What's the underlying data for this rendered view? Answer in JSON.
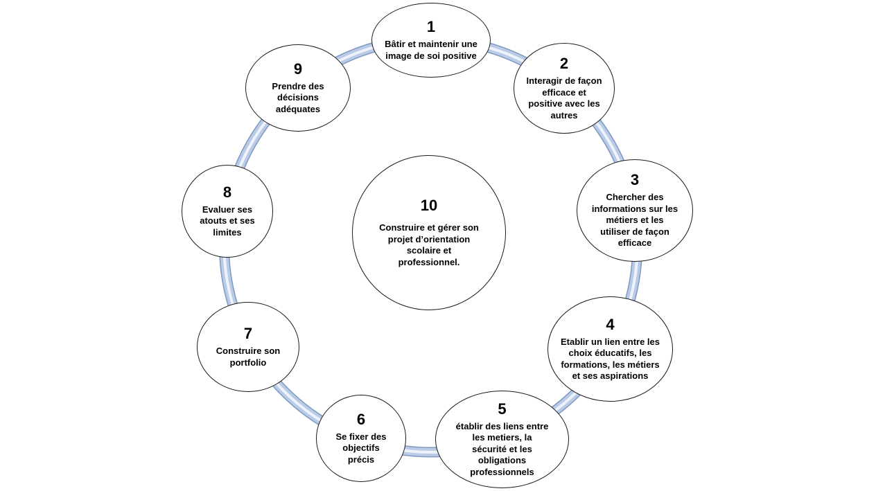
{
  "diagram": {
    "ring_color": "#b9cbe6",
    "ring_highlight": "#eef3fb",
    "ring_edge": "#7f98bf",
    "nodes": [
      {
        "id": "1",
        "number": "1",
        "label": "Bâtir et maintenir une image de soi positive"
      },
      {
        "id": "2",
        "number": "2",
        "label": "Interagir de façon efficace et positive avec les autres"
      },
      {
        "id": "3",
        "number": "3",
        "label": "Chercher des informations sur les métiers et les utiliser de façon efficace"
      },
      {
        "id": "4",
        "number": "4",
        "label": "Etablir un lien entre les choix éducatifs, les formations, les métiers et ses aspirations"
      },
      {
        "id": "5",
        "number": "5",
        "label": "établir des liens entre les metiers, la sécurité et les obligations professionnels"
      },
      {
        "id": "6",
        "number": "6",
        "label": "Se fixer des objectifs précis"
      },
      {
        "id": "7",
        "number": "7",
        "label": "Construire  son portfolio"
      },
      {
        "id": "8",
        "number": "8",
        "label": "Evaluer ses atouts et ses limites"
      },
      {
        "id": "9",
        "number": "9",
        "label": "Prendre des décisions adéquates"
      },
      {
        "id": "10",
        "number": "10",
        "label": "Construire et gérer son projet d’orientation scolaire et professionnel."
      }
    ]
  }
}
